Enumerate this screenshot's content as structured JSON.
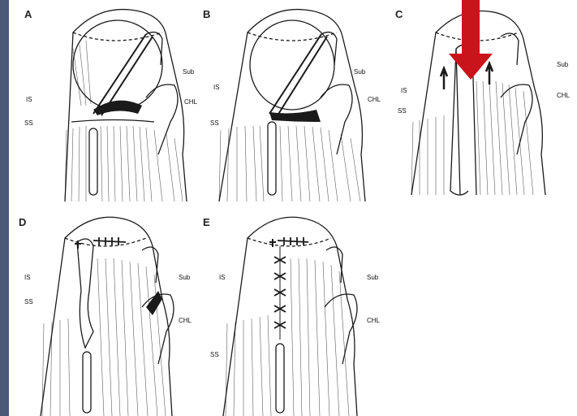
{
  "colors": {
    "sidebar": "#4c5a78",
    "ink": "#1a1a1a",
    "red_arrow": "#c8141a",
    "background": "#ffffff"
  },
  "panels": [
    {
      "letter": "A",
      "labels": {
        "is": "IS",
        "ss": "SS",
        "sub": "Sub",
        "chl": "CHL"
      }
    },
    {
      "letter": "B",
      "labels": {
        "is": "IS",
        "ss": "SS",
        "sub": "Sub",
        "chl": "CHL"
      }
    },
    {
      "letter": "C",
      "labels": {
        "is": "IS",
        "ss": "SS",
        "sub": "Sub",
        "chl": "CHL"
      }
    },
    {
      "letter": "D",
      "labels": {
        "is": "IS",
        "ss": "SS",
        "sub": "Sub",
        "chl": "CHL"
      }
    },
    {
      "letter": "E",
      "labels": {
        "is": "IS",
        "ss": "SS",
        "sub": "Sub",
        "chl": "CHL"
      }
    }
  ],
  "overlay": {
    "icon": "red-down-arrow-icon"
  }
}
